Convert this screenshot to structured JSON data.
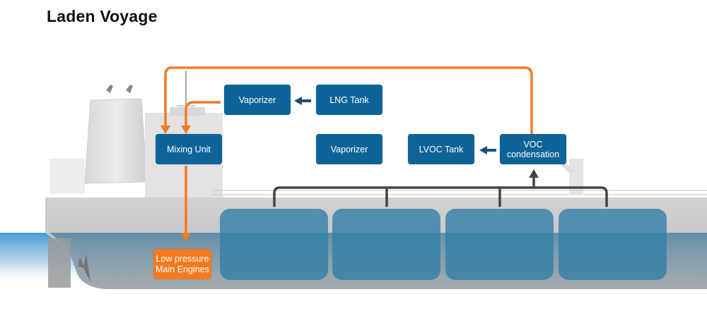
{
  "title": "Laden Voyage",
  "colors": {
    "process_box": "#0f6497",
    "engine_box": "#f47a20",
    "fuel_line": "#f47a20",
    "vapor_line": "#444444",
    "transfer_arrow": "#1b4f78",
    "cargo_tank": "#3f88ab",
    "sea": "#4a9fd6",
    "hull": "#c8c8c8"
  },
  "boxes": {
    "vaporizer_top": "Vaporizer",
    "lng_tank": "LNG Tank",
    "mixing_unit": "Mixing Unit",
    "vaporizer_mid": "Vaporizer",
    "lvoc_tank": "LVOC Tank",
    "voc_condensation_line1": "VOC",
    "voc_condensation_line2": "condensation",
    "engines_line1": "Low pressure",
    "engines_line2": "Main Engines"
  },
  "cargo_tanks": 4
}
